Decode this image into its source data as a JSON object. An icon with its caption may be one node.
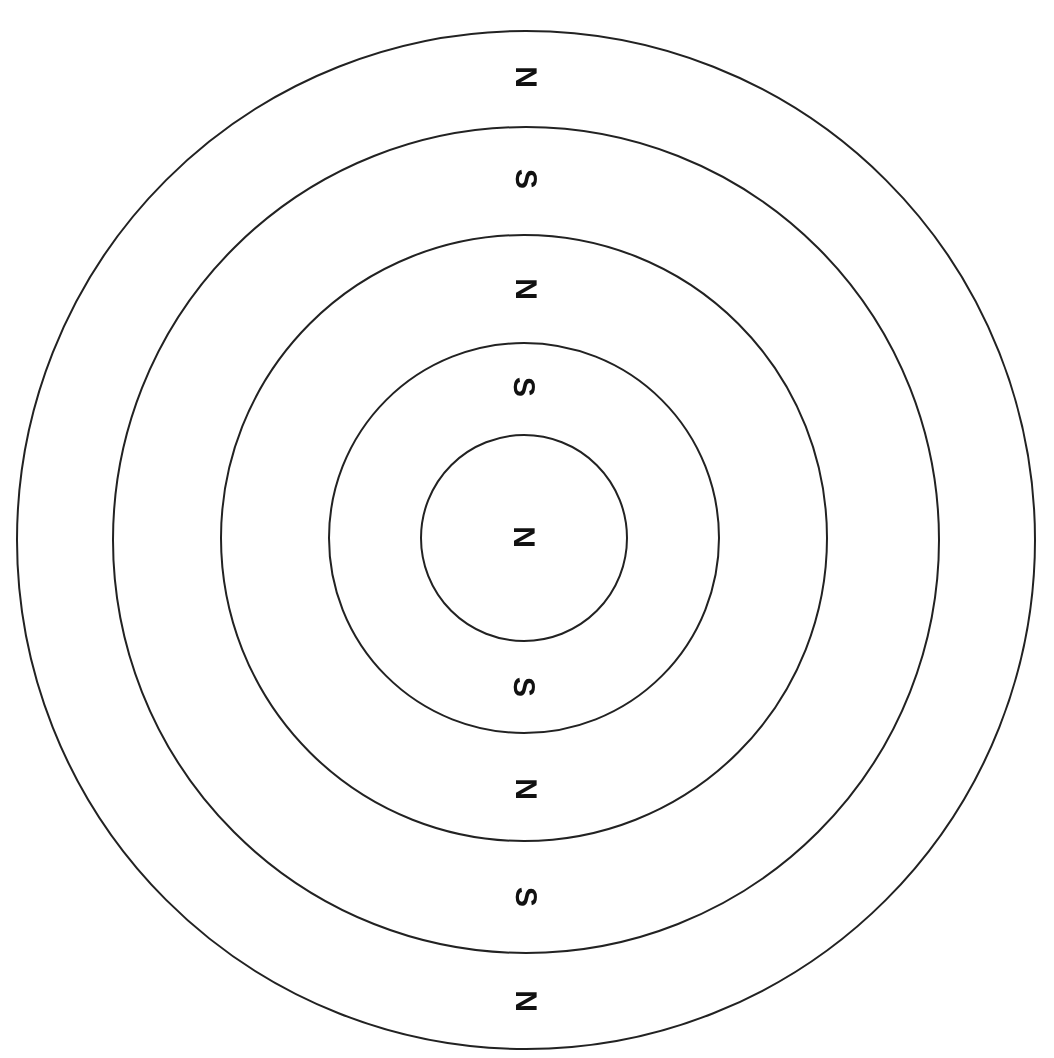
{
  "diagram": {
    "nodes": [
      {
        "text": [
          "N",
          "N"
        ]
      },
      {
        "text": [
          "S",
          "S"
        ],
        "in": 0
      },
      {
        "text": [
          "N",
          "N"
        ],
        "in": 1
      },
      {
        "text": [
          "S",
          "S"
        ],
        "in": 2
      },
      {
        "text": [
          "N"
        ],
        "in": 3
      }
    ]
  }
}
